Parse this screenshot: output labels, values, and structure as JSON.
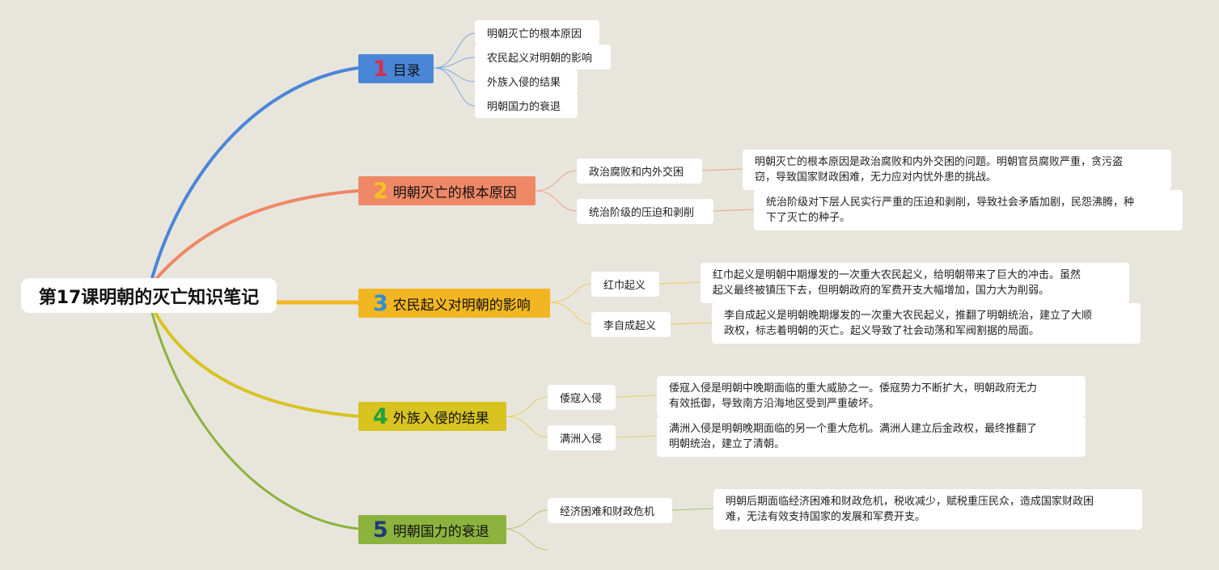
{
  "colors": {
    "background": "#e8e5dd",
    "branch1": "#4a86d8",
    "branch2": "#ef8866",
    "branch3": "#f3b623",
    "branch4": "#d8c320",
    "branch5": "#8cb33d",
    "num1": "#d62d4e",
    "num2": "#f5c125",
    "num3": "#2c8ed6",
    "num4": "#1ea23d",
    "num5": "#1e3a78"
  },
  "root": {
    "title": "第17课明朝的灭亡知识笔记"
  },
  "branches": [
    {
      "num": "1",
      "label": "目录",
      "children": [
        {
          "label": "明朝灭亡的根本原因"
        },
        {
          "label": "农民起义对明朝的影响"
        },
        {
          "label": "外族入侵的结果"
        },
        {
          "label": "明朝国力的衰退"
        }
      ]
    },
    {
      "num": "2",
      "label": "明朝灭亡的根本原因",
      "children": [
        {
          "label": "政治腐败和内外交困",
          "detail": [
            "明朝灭亡的根本原因是政治腐败和内外交困的问题。明朝官员腐败严重，贪污盗",
            "窃，导致国家财政困难，无力应对内忧外患的挑战。"
          ]
        },
        {
          "label": "统治阶级的压迫和剥削",
          "detail": [
            "统治阶级对下层人民实行严重的压迫和剥削，导致社会矛盾加剧，民怨沸腾，种",
            "下了灭亡的种子。"
          ]
        }
      ]
    },
    {
      "num": "3",
      "label": "农民起义对明朝的影响",
      "children": [
        {
          "label": "红巾起义",
          "detail": [
            "红巾起义是明朝中期爆发的一次重大农民起义，给明朝带来了巨大的冲击。虽然",
            "起义最终被镇压下去，但明朝政府的军费开支大幅增加，国力大为削弱。"
          ]
        },
        {
          "label": "李自成起义",
          "detail": [
            "李自成起义是明朝晚期爆发的一次重大农民起义，推翻了明朝统治，建立了大顺",
            "政权，标志着明朝的灭亡。起义导致了社会动荡和军阀割据的局面。"
          ]
        }
      ]
    },
    {
      "num": "4",
      "label": "外族入侵的结果",
      "children": [
        {
          "label": "倭寇入侵",
          "detail": [
            "倭寇入侵是明朝中晚期面临的重大威胁之一。倭寇势力不断扩大，明朝政府无力",
            "有效抵御，导致南方沿海地区受到严重破坏。"
          ]
        },
        {
          "label": "满洲入侵",
          "detail": [
            "满洲入侵是明朝晚期面临的另一个重大危机。满洲人建立后金政权，最终推翻了",
            "明朝统治，建立了清朝。"
          ]
        }
      ]
    },
    {
      "num": "5",
      "label": "明朝国力的衰退",
      "children": [
        {
          "label": "经济困难和财政危机",
          "detail": [
            "明朝后期面临经济困难和财政危机，税收减少，赋税重压民众，造成国家财政困",
            "难，无法有效支持国家的发展和军费开支。"
          ]
        }
      ]
    }
  ]
}
